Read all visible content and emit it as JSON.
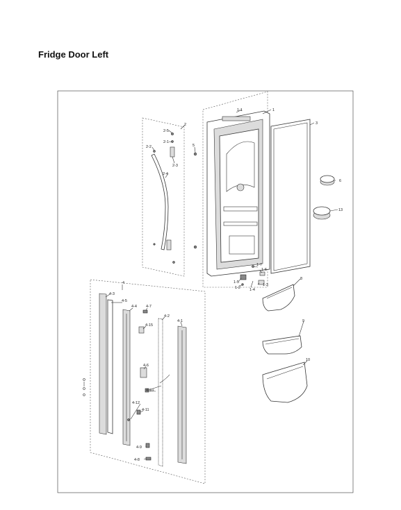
{
  "title": "Fridge Door Left",
  "callouts": {
    "p1": "1",
    "p1_1": "1-1",
    "p1_2": "1-2",
    "p1_3": "1-3",
    "p1_4": "1-4",
    "p1_5": "1-5",
    "p1_6": "1-6",
    "p1_7": "1-7",
    "p2": "2",
    "p2_1": "2-1",
    "p2_2": "2-2",
    "p2_3": "2-3",
    "p2_4": "2-4",
    "p2_5": "2-5",
    "p3": "3",
    "p4": "4",
    "p4_1": "4-1",
    "p4_2": "4-2",
    "p4_3": "4-3",
    "p4_4": "4-4",
    "p4_5": "4-5",
    "p4_6": "4-6",
    "p4_7": "4-7",
    "p4_8": "4-8",
    "p4_9": "4-9",
    "p4_10": "4-10",
    "p4_11": "4-11",
    "p4_12": "4-12",
    "p4_15": "4-15",
    "p5": "5",
    "p6": "6",
    "p8": "8",
    "p9": "9",
    "p10": "10",
    "p13": "13"
  }
}
